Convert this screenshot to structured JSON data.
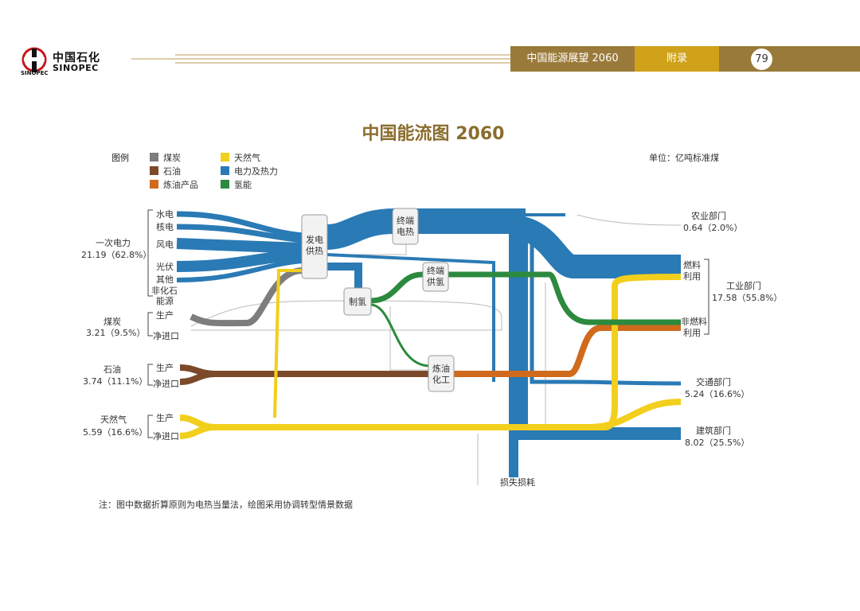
{
  "header": {
    "logo_cn": "中国石化",
    "logo_en": "SINOPEC",
    "doc_title": "中国能源展望 2060",
    "section_tab": "附录",
    "page_number": "79"
  },
  "title": "中国能流图 2060",
  "unit": "单位：亿吨标准煤",
  "legend": {
    "heading": "图例",
    "items": [
      {
        "label": "煤炭",
        "color": "#7d7d7d"
      },
      {
        "label": "天然气",
        "color": "#f2cf1c"
      },
      {
        "label": "石油",
        "color": "#7b4a2a"
      },
      {
        "label": "电力及热力",
        "color": "#2a7ab5"
      },
      {
        "label": "炼油产品",
        "color": "#d06a1c"
      },
      {
        "label": "氢能",
        "color": "#2c8a3e"
      }
    ]
  },
  "sources": {
    "primary_power": {
      "name": "一次电力",
      "value": "21.19（62.8%）",
      "subs": [
        "水电",
        "核电",
        "风电",
        "光伏",
        "其他",
        "非化石",
        "能源"
      ]
    },
    "coal": {
      "name": "煤炭",
      "value": "3.21（9.5%）",
      "subs": [
        "生产",
        "净进口"
      ]
    },
    "oil": {
      "name": "石油",
      "value": "3.74（11.1%）",
      "subs": [
        "生产",
        "净进口"
      ]
    },
    "gas": {
      "name": "天然气",
      "value": "5.59（16.6%）",
      "subs": [
        "生产",
        "净进口"
      ]
    }
  },
  "nodes": {
    "power_heat": [
      "发电",
      "供热"
    ],
    "end_power": [
      "终端",
      "电热"
    ],
    "end_h2": [
      "终端",
      "供氢"
    ],
    "h2_prod": "制氢",
    "refining": [
      "炼油",
      "化工"
    ]
  },
  "sinks": {
    "agriculture": {
      "name": "农业部门",
      "value": "0.64（2.0%）"
    },
    "industry": {
      "name": "工业部门",
      "value": "17.58（55.8%）",
      "subs": [
        "燃料",
        "利用",
        "非燃料",
        "利用"
      ]
    },
    "transport": {
      "name": "交通部门",
      "value": "5.24（16.6%）"
    },
    "building": {
      "name": "建筑部门",
      "value": "8.02（25.5%）"
    },
    "loss": "损失损耗"
  },
  "note": "注：图中数据折算原则为电热当量法，绘图采用协调转型情景数据"
}
